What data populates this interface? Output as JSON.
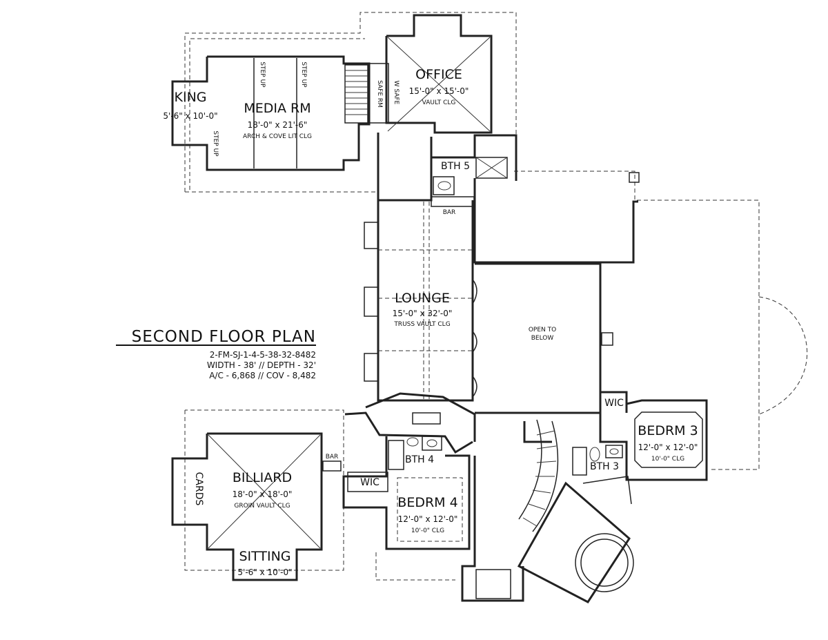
{
  "plan_title": {
    "title": "SECOND FLOOR PLAN",
    "lines": [
      "2-FM-SJ-1-4-5-38-32-8482",
      "WIDTH - 38' // DEPTH - 32'",
      "A/C - 6,868 // COV - 8,482"
    ]
  },
  "rooms": {
    "office": {
      "name": "OFFICE",
      "dims": "15'-0\" x 15'-0\"",
      "note": "VAULT CLG"
    },
    "media": {
      "name": "MEDIA RM",
      "dims": "18'-0\" x 21'-6\"",
      "note": "ARCH & COVE LIT CLG"
    },
    "king": {
      "name": "KING",
      "dims": "5'-6\" x 10'-0\""
    },
    "lounge": {
      "name": "LOUNGE",
      "dims": "15'-0\" x 32'-0\"",
      "note": "TRUSS VAULT CLG"
    },
    "open_below": {
      "line1": "OPEN TO",
      "line2": "BELOW"
    },
    "billiard": {
      "name": "BILLIARD",
      "dims": "18'-0\" x 18'-0\"",
      "note": "GROIN VAULT CLG"
    },
    "sitting": {
      "name": "SITTING",
      "dims": "5'-6\" x 10'-0\""
    },
    "cards": {
      "name": "CARDS"
    },
    "bedrm4": {
      "name": "BEDRM 4",
      "dims": "12'-0\" x 12'-0\"",
      "note": "10'-0\" CLG"
    },
    "bedrm3": {
      "name": "BEDRM 3",
      "dims": "12'-0\" x 12'-0\"",
      "note": "10'-0\" CLG"
    }
  },
  "labels": {
    "bth5": "BTH 5",
    "bth4": "BTH 4",
    "bth3": "BTH 3",
    "wic_left": "WIC",
    "wic_right": "WIC",
    "bar_top": "BAR",
    "bar_left": "BAR",
    "step_up": "STEP UP",
    "safe_rm": "SAFE RM",
    "w_safe": "W SAFE"
  }
}
